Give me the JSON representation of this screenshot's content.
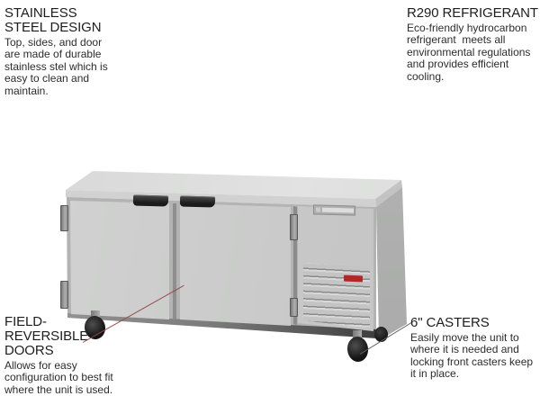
{
  "callouts": {
    "stainless": {
      "title": "STAINLESS\nSTEEL DESIGN",
      "body": "Top, sides, and door\nare made of durable\nstainless stel which is\neasy to clean and\nmaintain."
    },
    "refrigerant": {
      "title": "R290 REFRIGERANT",
      "body": "Eco-friendly hydrocarbon\nrefrigerant  meets all\nenvironmental regulations\nand provides efficient\ncooling."
    },
    "doors": {
      "title": "FIELD-\nREVERSIBLE\nDOORS",
      "body": "Allows for easy\nconfiguration to best fit\nwhere the unit is used."
    },
    "casters": {
      "title": "6\" CASTERS",
      "body": "Easily move the unit to\nwhere it is needed and\nlocking front casters keep\nit in place."
    }
  },
  "colors": {
    "background": "#ffffff",
    "logo_badge": "#b02828",
    "doors_callout_line": "#9a4a4a",
    "casters_callout_line": "#606060"
  }
}
